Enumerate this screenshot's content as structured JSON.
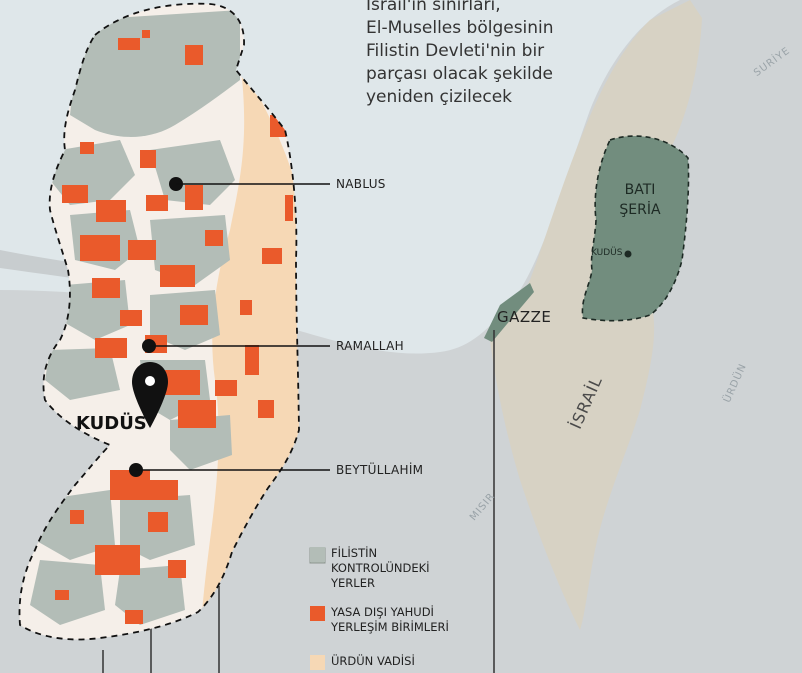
{
  "headline": {
    "text": "İsrail'in sınırları,\nEl-Muselles bölgesinin\nFilistin Devleti'nin bir\nparçası olacak şekilde\nyeniden çizilecek"
  },
  "cities": {
    "nablus": "NABLUS",
    "ramallah": "RAMALLAH",
    "kudus": "KUDÜS",
    "beytullahim": "BEYTÜLLAHİM"
  },
  "inset": {
    "bati_seria": "BATI\nŞERİA",
    "kudus": "KUDÜS",
    "gazze": "GAZZE",
    "israil": "İSRAİL",
    "suriye": "SURİYE",
    "urdun": "ÜRDÜN",
    "misir": "MISIR"
  },
  "legend": [
    {
      "label": "FİLİSTİN\nKONTROLÜNDEKİ\nYERLER",
      "color": "#b3bdb7"
    },
    {
      "label": "YASA DIŞI YAHUDİ\nYERLEŞİM BİRİMLERİ",
      "color": "#ea5a2b"
    },
    {
      "label": "ÜRDÜN VADİSİ",
      "color": "#f6d8b5"
    }
  ],
  "colors": {
    "sea": "#dfe7ea",
    "land": "#cfd3d5",
    "israel": "#d7d2c4",
    "palestinian": "#b3bdb7",
    "settlement": "#ea5a2b",
    "jordan_valley": "#f6d8b5",
    "area_c": "#f5efe9",
    "west_bank_inset": "#728d7e"
  },
  "icons": {
    "pin": "location-pin-icon"
  }
}
